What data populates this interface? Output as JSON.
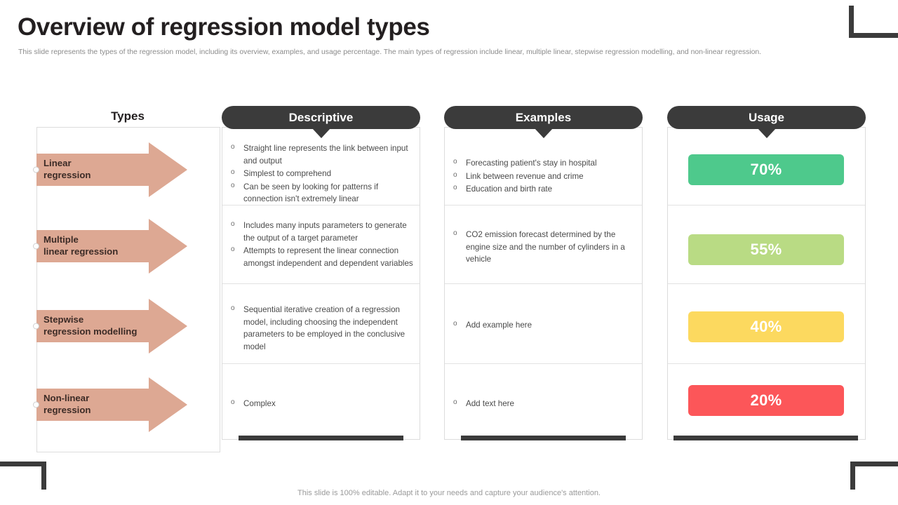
{
  "slide": {
    "title": "Overview of regression model types",
    "subtitle": "This slide represents the types of the regression model, including its overview, examples, and usage percentage. The main types of regression include linear, multiple linear, stepwise regression modelling, and non-linear regression.",
    "footer": "This slide is 100% editable. Adapt it to your needs and capture your audience's attention."
  },
  "headers": {
    "types": "Types",
    "descriptive": "Descriptive",
    "examples": "Examples",
    "usage": "Usage"
  },
  "colors": {
    "arrow": "#dda893",
    "pill": "#3b3b3b",
    "underline": "#cfa393",
    "badge_70": "#4ec98c",
    "badge_55": "#b9db84",
    "badge_40": "#fcd95f",
    "badge_20": "#fc5659"
  },
  "rows": [
    {
      "type": "Linear\nregression",
      "type_lines": [
        "Linear",
        "regression"
      ],
      "descriptive": [
        "Straight line represents the link between input and output",
        "Simplest to comprehend",
        "Can be seen by looking for patterns if connection isn't extremely linear"
      ],
      "examples": [
        "Forecasting patient's stay in hospital",
        "Link between revenue and crime",
        "Education and birth rate"
      ],
      "usage": "70%",
      "usage_color": "#4ec98c"
    },
    {
      "type": "Multiple\nlinear regression",
      "type_lines": [
        "Multiple",
        "linear regression"
      ],
      "descriptive": [
        "Includes many inputs parameters to generate the output of a target parameter",
        "Attempts to represent the linear connection amongst independent and dependent variables"
      ],
      "examples": [
        "CO2 emission forecast determined by the engine size and the number of cylinders in a vehicle"
      ],
      "usage": "55%",
      "usage_color": "#b9db84"
    },
    {
      "type": "Stepwise\nregression modelling",
      "type_lines": [
        "Stepwise",
        "regression modelling"
      ],
      "descriptive": [
        "Sequential iterative creation of a regression model, including choosing the independent parameters to be employed in the conclusive model"
      ],
      "examples": [
        "Add example here"
      ],
      "usage": "40%",
      "usage_color": "#fcd95f"
    },
    {
      "type": "Non-linear\nregression",
      "type_lines": [
        "Non-linear",
        "regression"
      ],
      "descriptive": [
        "Complex"
      ],
      "examples": [
        "Add text here"
      ],
      "usage": "20%",
      "usage_color": "#fc5659"
    }
  ]
}
